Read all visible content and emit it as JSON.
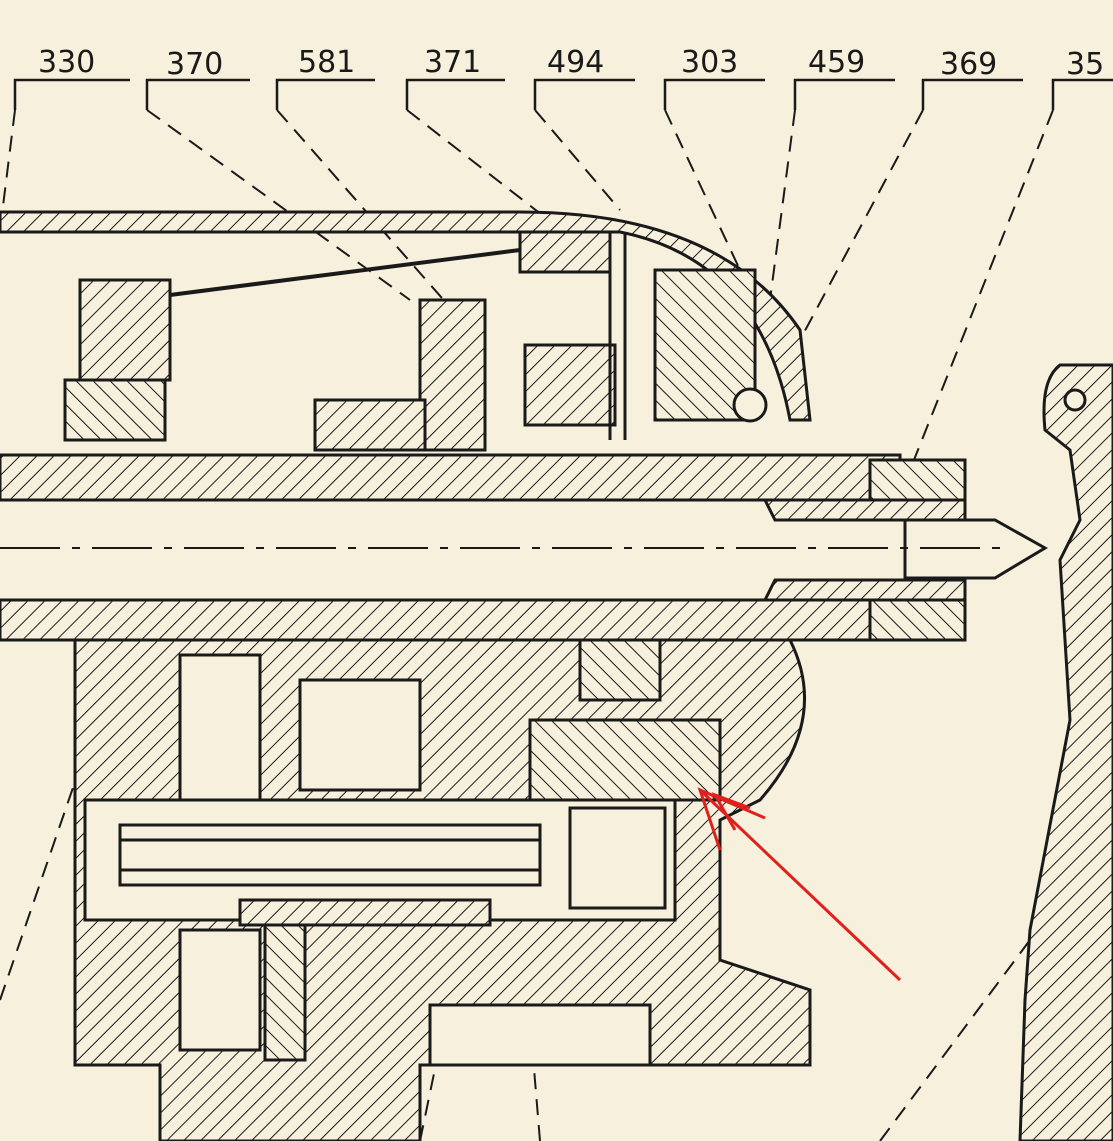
{
  "drawing": {
    "part_labels": [
      "330",
      "370",
      "581",
      "371",
      "494",
      "303",
      "459",
      "369",
      "35"
    ],
    "colors": {
      "paper": "#f6f0dc",
      "ink": "#1a1a1a",
      "annotation_arrow": "#e0201c"
    }
  }
}
